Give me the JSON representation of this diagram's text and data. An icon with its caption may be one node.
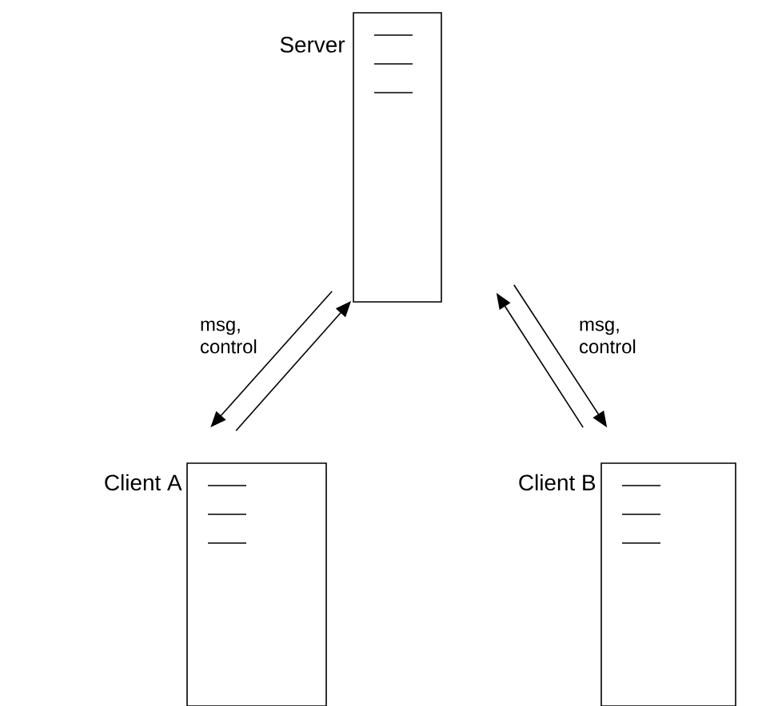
{
  "diagram": {
    "nodes": [
      {
        "text": [
          "Server"
        ]
      },
      {
        "text": [
          "Client A"
        ]
      },
      {
        "text": [
          "Client B"
        ]
      }
    ],
    "edges": [
      {
        "from": 0,
        "to": 1,
        "arrow": "to",
        "label": "msg, control"
      },
      {
        "from": 1,
        "to": 0,
        "arrow": "to"
      },
      {
        "from": 2,
        "to": 0,
        "arrow": "to"
      },
      {
        "from": 0,
        "to": 2,
        "arrow": "to",
        "label": "msg, control"
      }
    ]
  }
}
